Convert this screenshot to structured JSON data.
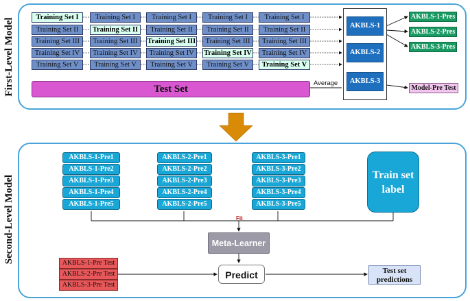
{
  "first_level": {
    "label": "First-Level Model",
    "folds": [
      [
        "Training Set I",
        "Training Set II",
        "Training Set III",
        "Training Set IV",
        "Training Set V"
      ],
      [
        "Training Set I",
        "Training Set II",
        "Training Set III",
        "Training Set IV",
        "Training Set V"
      ],
      [
        "Training Set I",
        "Training Set II",
        "Training Set III",
        "Training Set IV",
        "Training Set V"
      ],
      [
        "Training Set I",
        "Training Set II",
        "Training Set III",
        "Training Set IV",
        "Training Set V"
      ],
      [
        "Training Set I",
        "Training Set II",
        "Training Set III",
        "Training Set IV",
        "Training Set V"
      ]
    ],
    "test_set": "Test Set",
    "average_label": "Average",
    "models": [
      "AKBLS-1",
      "AKBLS-2",
      "AKBLS-3"
    ],
    "outputs": [
      "AKBLS-1-Pres",
      "AKBLS-2-Pres",
      "AKBLS-3-Pres"
    ],
    "model_pre_test": "Model-Pre Test"
  },
  "second_level": {
    "label": "Second-Level Model",
    "pre_groups": [
      [
        "AKBLS-1-Pre1",
        "AKBLS-1-Pre2",
        "AKBLS-1-Pre3",
        "AKBLS-1-Pre4",
        "AKBLS-1-Pre5"
      ],
      [
        "AKBLS-2-Pre1",
        "AKBLS-2-Pre2",
        "AKBLS-2-Pre3",
        "AKBLS-2-Pre4",
        "AKBLS-2-Pre5"
      ],
      [
        "AKBLS-3-Pre1",
        "AKBLS-3-Pre2",
        "AKBLS-3-Pre3",
        "AKBLS-3-Pre4",
        "AKBLS-3-Pre5"
      ]
    ],
    "train_label": "Train set label",
    "fit_label": "Fit",
    "meta_learner": "Meta-Learner",
    "predict": "Predict",
    "pre_tests": [
      "AKBLS-1-Pre Test",
      "AKBLS-2-Pre Test",
      "AKBLS-3-Pre Test"
    ],
    "predictions": "Test set predictions"
  },
  "colors": {
    "panel_border": "#4aa3d9",
    "fold_box": "#6f8fc8",
    "fold_highlight": "#d9fff0",
    "test_set": "#d957d0",
    "akbls": "#1f6fbf",
    "pres": "#1a9a63",
    "pre_box": "#18a7d6",
    "meta_learner": "#9b9aa6",
    "pre_test": "#e8585a",
    "arrow": "#d98a07"
  }
}
